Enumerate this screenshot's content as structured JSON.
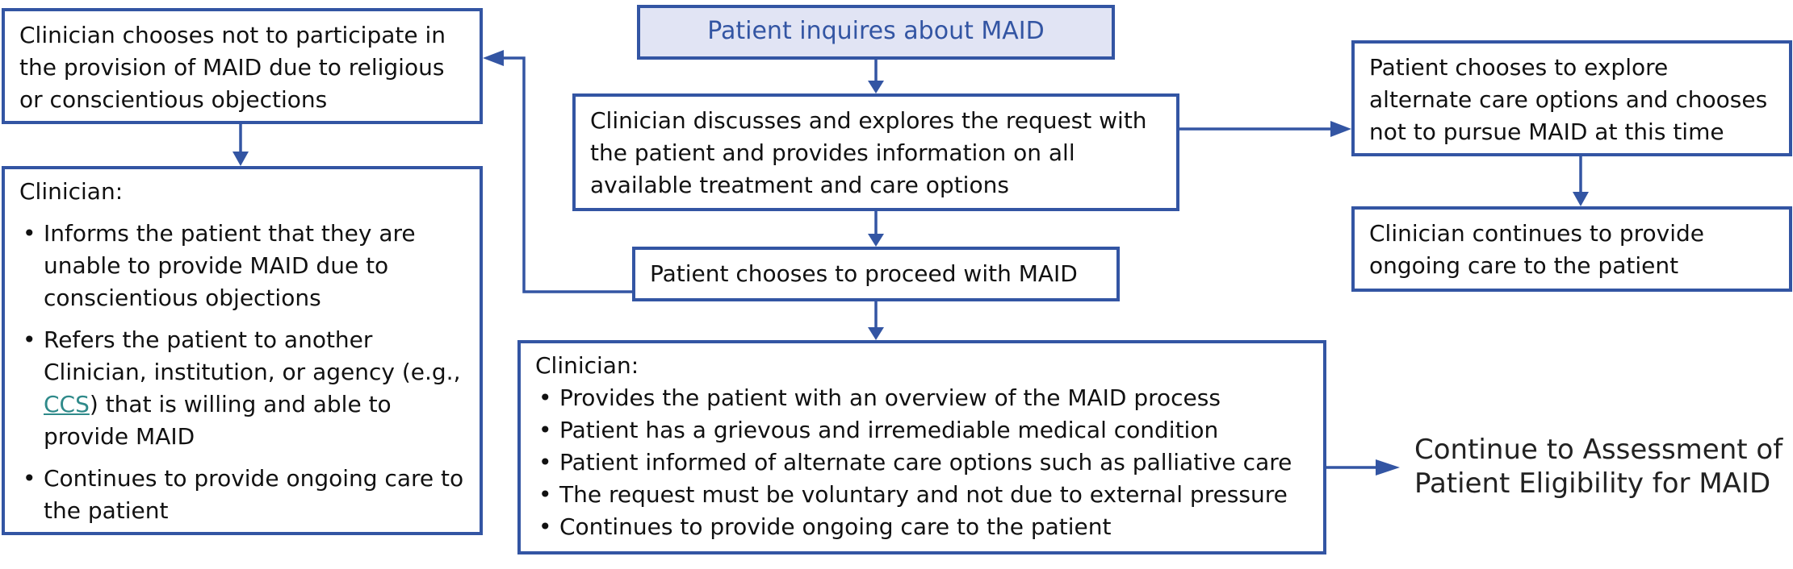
{
  "colors": {
    "accent": "#3355a3",
    "header_fill": "#e1e4f4",
    "link": "#2f8a8a"
  },
  "nodes": {
    "inquiry": "Patient inquires about MAID",
    "discuss": "Clinician discusses and explores the request with the patient and provides information on all available treatment and care options",
    "proceed": "Patient chooses to proceed with MAID",
    "objection": "Clinician chooses not to participate in the provision of MAID due to religious or conscientious objections",
    "clinician_options": {
      "heading": "Clinician:",
      "item1": "Informs the patient that they are unable to provide MAID due to conscientious objections",
      "item2_before": "Refers the patient to another Clinician, institution, or agency (e.g., ",
      "item2_link": "CCS",
      "item2_after": ") that is willing and able to provide MAID",
      "item3": "Continues to provide ongoing care to the patient"
    },
    "alternate": "Patient chooses to explore alternate care options and chooses not to pursue MAID at this time",
    "ongoing": "Clinician continues to provide ongoing care to the patient",
    "clinician_process": {
      "heading": "Clinician:",
      "items": [
        "Provides the patient with an overview of the MAID process",
        "Patient has a grievous and irremediable medical condition",
        "Patient informed of alternate care options such as palliative care",
        "The request must be voluntary and not due to external pressure",
        "Continues to provide ongoing care to the patient"
      ]
    },
    "continue": "Continue to Assessment of Patient Eligibility for MAID"
  }
}
